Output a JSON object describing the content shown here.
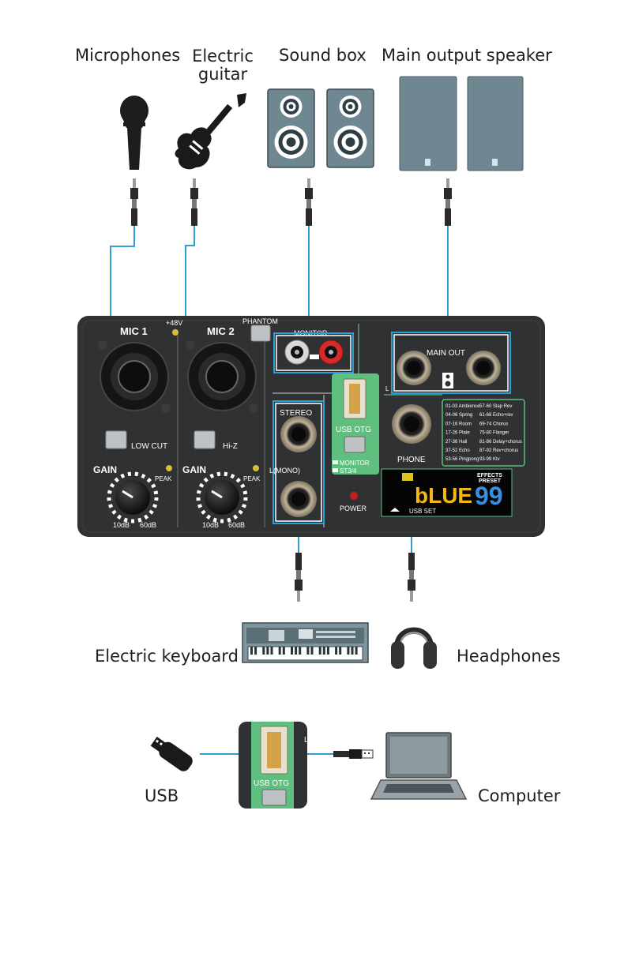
{
  "labels": {
    "microphones": "Microphones",
    "electric_guitar_line1": "Electric",
    "electric_guitar_line2": "guitar",
    "sound_box": "Sound box",
    "main_output_speaker": "Main output speaker",
    "electric_keyboard": "Electric keyboard",
    "headphones": "Headphones",
    "usb": "USB",
    "computer": "Computer"
  },
  "mixer": {
    "mic1": "MIC 1",
    "mic2": "MIC 2",
    "plus48v": "+48V",
    "phantom": "PHANTOM",
    "monitor": "MONITOR",
    "main_out": "MAIN OUT",
    "main_out_l": "L",
    "usb_otg": "USB OTG",
    "monitor_st": "MONITOR",
    "st34": "ST3/4",
    "stereo": "STEREO",
    "lmono": "L(MONO)",
    "phone": "PHONE",
    "power": "POWER",
    "low_cut": "LOW CUT",
    "hiz": "Hi-Z",
    "gain": "GAIN",
    "peak": "PEAK",
    "gain_min": "10dB",
    "gain_max": "60dB",
    "display_text": "bLUE",
    "display_number": "99",
    "effects_label_1": "EFFECTS",
    "effects_label_2": "PRESET",
    "usb_set": "USB SET",
    "effects_list_left": [
      "01-03 Ambience",
      "04-06 Spring",
      "07-16 Room",
      "17-26 Plate",
      "27-36 Hall",
      "37-52 Echo",
      "53-56 Pingpong"
    ],
    "effects_list_right": [
      "57-60 Slap Rev",
      "61-68 Echo+rev",
      "69-74 Chorus",
      "75-80 Flanger",
      "81-86 Delay+chorus",
      "87-92 Rev+chorus",
      "93-99 Ktv"
    ]
  },
  "zoom_panel": {
    "usb_otg": "USB OTG"
  },
  "colors": {
    "cable": "#2e9fd4",
    "mixer_body": "#2f3133",
    "usb_panel": "#5fbf7f",
    "display_yellow": "#f2b915",
    "display_blue": "#3b8fe0",
    "speaker_gray": "#6e8791"
  }
}
